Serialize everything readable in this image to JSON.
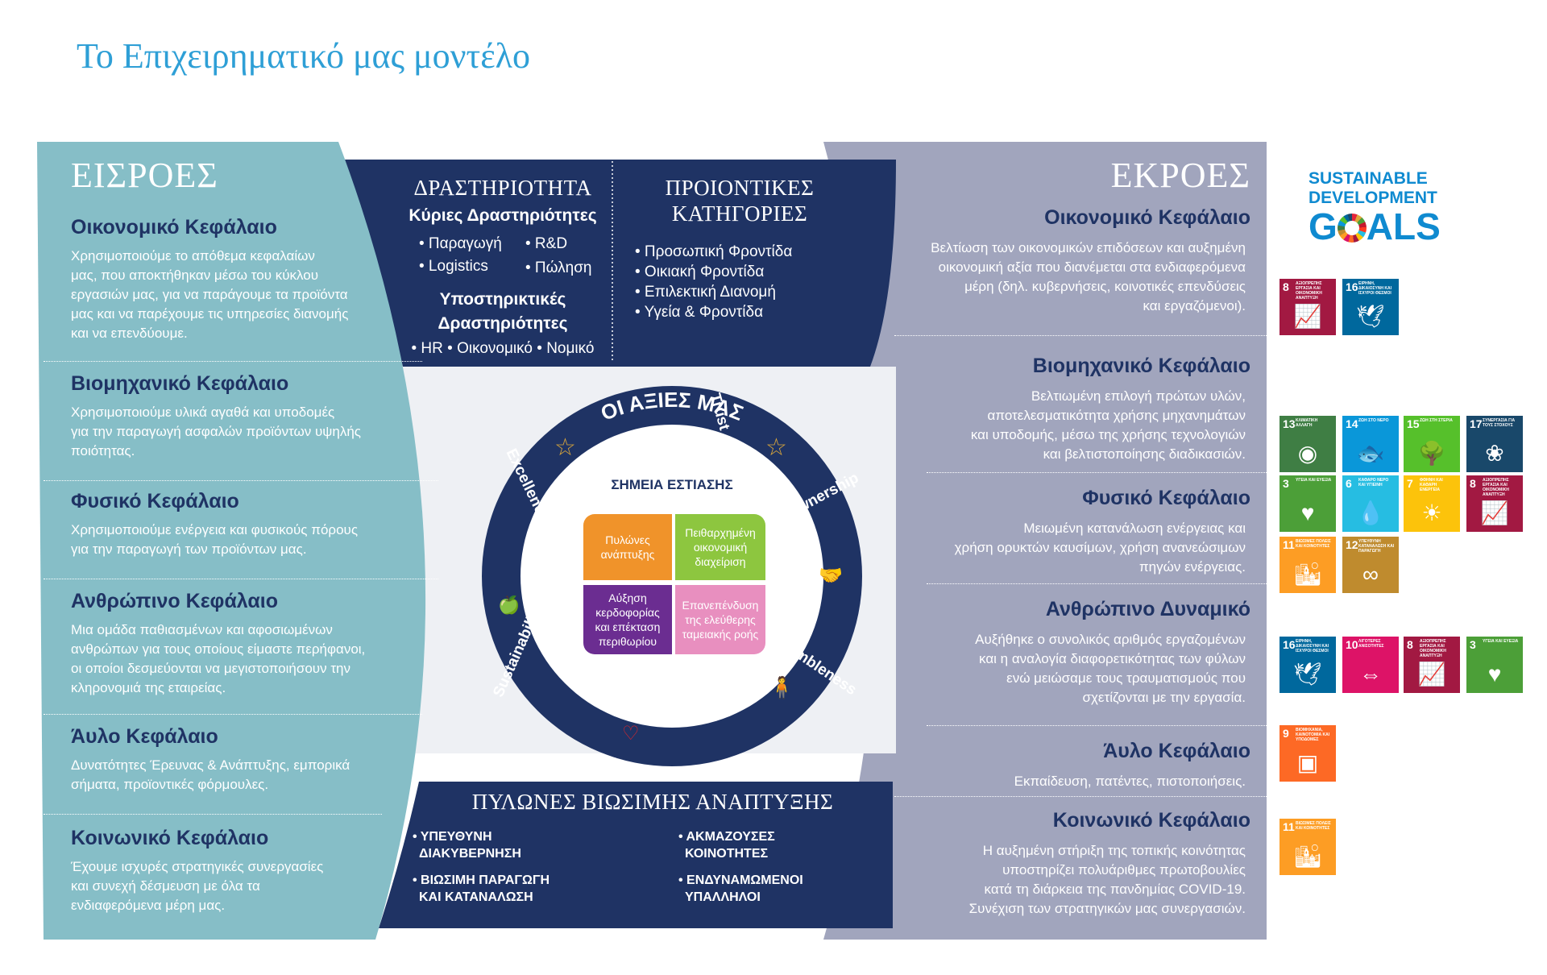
{
  "title": "Το Επιχειρηματικό μας μοντέλο",
  "inputs": {
    "heading": "ΕΙΣΡΟΕΣ",
    "items": [
      {
        "title": "Οικονομικό Κεφάλαιο",
        "lines": [
          "Χρησιμοποιούμε το απόθεμα κεφαλαίων",
          "μας, που αποκτήθηκαν μέσω του κύκλου",
          "εργασιών μας, για να παράγουμε τα προϊόντα",
          "μας και  να παρέχουμε τις υπηρεσίες διανομής",
          "και να επενδύουμε."
        ]
      },
      {
        "title": "Βιομηχανικό Κεφάλαιο",
        "lines": [
          "Χρησιμοποιούμε υλικά αγαθά και υποδομές",
          "για την παραγωγή ασφαλών προϊόντων υψηλής",
          "ποιότητας."
        ]
      },
      {
        "title": "Φυσικό Κεφάλαιο",
        "lines": [
          "Χρησιμοποιούμε ενέργεια και φυσικούς πόρους",
          "για την παραγωγή των προϊόντων μας."
        ]
      },
      {
        "title": "Ανθρώπινο Κεφάλαιο",
        "lines": [
          "Μια ομάδα παθιασμένων και αφοσιωμένων",
          "ανθρώπων για τους οποίους είμαστε περήφανοι,",
          "οι οποίοι δεσμεύονται να μεγιστοποιήσουν την",
          "κληρονομιά της εταιρείας."
        ]
      },
      {
        "title": "Άυλο Κεφάλαιο",
        "lines": [
          "Δυνατότητες  Έρευνας & Ανάπτυξης, εμπορικά",
          "σήματα, προϊοντικές φόρμουλες."
        ]
      },
      {
        "title": "Κοινωνικό Κεφάλαιο",
        "lines": [
          "Έχουμε ισχυρές στρατηγικές συνεργασίες",
          "και συνεχή δέσμευση με όλα τα",
          "ενδιαφερόμενα μέρη μας."
        ]
      }
    ]
  },
  "activity": {
    "heading": "ΔΡΑΣΤΗΡΙΟΤΗΤΑ",
    "main_title": "Κύριες Δραστηριότητες",
    "main_items": [
      "• Παραγωγή",
      "• R&D",
      "• Logistics",
      "• Πώληση"
    ],
    "support_title_1": "Υποστηρικτικές",
    "support_title_2": "Δραστηριότητες",
    "support_items": "• HR • Οικονομικό • Νομικό"
  },
  "products": {
    "heading_1": "ΠΡΟΙΟΝΤΙΚΕΣ",
    "heading_2": "ΚΑΤΗΓΟΡΙΕΣ",
    "items": [
      "• Προσωπική Φροντίδα",
      "• Οικιακή Φροντίδα",
      "• Επιλεκτική Διανομή",
      "• Υγεία & Φροντίδα"
    ]
  },
  "values": {
    "heading": "ΟΙ ΑΞΙΕΣ ΜΑΣ",
    "ring": [
      "Sustainability",
      "Excellence",
      "Trust",
      "Ownership",
      "Humbleness"
    ],
    "focus_title": "ΣΗΜΕΙΑ ΕΣΤΙΑΣΗΣ",
    "quads": [
      {
        "lines": [
          "Πυλώνες",
          "ανάπτυξης"
        ],
        "color": "#f0932a"
      },
      {
        "lines": [
          "Πειθαρχημένη",
          "οικονομική",
          "διαχείριση"
        ],
        "color": "#8dc63f"
      },
      {
        "lines": [
          "Αύξηση",
          "κερδοφορίας",
          "και επέκταση",
          "περιθωρίου"
        ],
        "color": "#6b2d91"
      },
      {
        "lines": [
          "Επανεπένδυση",
          "της ελεύθερης",
          "ταμειακής ροής"
        ],
        "color": "#e88fbf"
      }
    ]
  },
  "pillars": {
    "heading": "ΠΥΛΩΝΕΣ ΒΙΩΣΙΜΗΣ ΑΝΑΠΤΥΞΗΣ",
    "items": [
      [
        "• ΥΠΕΥΘΥΝΗ",
        "ΔΙΑΚΥΒΕΡΝΗΣΗ"
      ],
      [
        "• ΑΚΜΑΖΟΥΣΕΣ",
        "ΚΟΙΝΟΤΗΤΕΣ"
      ],
      [
        "• ΒΙΩΣΙΜΗ ΠΑΡΑΓΩΓΗ",
        "ΚΑΙ ΚΑΤΑΝΑΛΩΣΗ"
      ],
      [
        "• ΕΝΔΥΝΑΜΩΜΕΝΟΙ",
        "ΥΠΑΛΛΗΛΟΙ"
      ]
    ]
  },
  "outputs": {
    "heading": "ΕΚΡΟΕΣ",
    "items": [
      {
        "title": "Οικονομικό Κεφάλαιο",
        "lines": [
          "Βελτίωση των οικονομικών επιδόσεων και αυξημένη",
          "οικονομική αξία που διανέμεται στα ενδιαφερόμενα",
          "μέρη (δηλ. κυβερνήσεις, κοινοτικές επενδύσεις",
          "και εργαζόμενοι)."
        ]
      },
      {
        "title": "Βιομηχανικό Κεφάλαιο",
        "lines": [
          "Βελτιωμένη επιλογή πρώτων υλών,",
          "αποτελεσματικότητα χρήσης μηχανημάτων",
          "και υποδομής, μέσω της χρήσης τεχνολογιών",
          "και βελτιστοποίησης διαδικασιών."
        ]
      },
      {
        "title": "Φυσικό Κεφάλαιο",
        "lines": [
          "Μειωμένη κατανάλωση ενέργειας και",
          "χρήση ορυκτών καυσίμων, χρήση ανανεώσιμων",
          "πηγών ενέργειας."
        ]
      },
      {
        "title": "Ανθρώπινο Δυναμικό",
        "lines": [
          "Αυξήθηκε ο συνολικός αριθμός εργαζομένων",
          "και η αναλογία διαφορετικότητας των φύλων",
          "ενώ μειώσαμε τους τραυματισμούς που",
          "σχετίζονται με την εργασία."
        ]
      },
      {
        "title": "Άυλο Κεφάλαιο",
        "lines": [
          "Εκπαίδευση, πατέντες, πιστοποιήσεις."
        ]
      },
      {
        "title": "Κοινωνικό Κεφάλαιο",
        "lines": [
          "Η αυξημένη στήριξη της τοπικής κοινότητας",
          "υποστηρίζει πολυάριθμες πρωτοβουλίες",
          "κατά τη διάρκεια της πανδημίας COVID-19.",
          "Συνέχιση των στρατηγικών μας συνεργασιών."
        ]
      }
    ]
  },
  "sdg_logo": {
    "line1": "SUSTAINABLE",
    "line2": "DEVELOPMENT",
    "line3a": "G",
    "line3b": "ALS"
  },
  "sdg_tiles": [
    {
      "num": "8",
      "label": "ΑΞΙΟΠΡΕΠΗΣ ΕΡΓΑΣΙΑ ΚΑΙ ΟΙΚΟΝΟΜΙΚΗ ΑΝΑΠΤΥΞΗ",
      "icon": "chart-up-icon",
      "glyph": "📈",
      "color": "#a21942"
    },
    {
      "num": "16",
      "label": "ΕΙΡΗΝΗ, ΔΙΚΑΙΟΣΥΝΗ ΚΑΙ ΙΣΧΥΡΟΙ ΘΕΣΜΟΙ",
      "icon": "dove-icon",
      "glyph": "🕊",
      "color": "#00689d"
    },
    {
      "num": "13",
      "label": "ΚΛΙΜΑΤΙΚΗ ΑΛΛΑΓΗ",
      "icon": "eye-icon",
      "glyph": "◉",
      "color": "#3f7e44"
    },
    {
      "num": "14",
      "label": "ΖΩΗ ΣΤΟ ΝΕΡΟ",
      "icon": "fish-icon",
      "glyph": "🐟",
      "color": "#0a97d9"
    },
    {
      "num": "15",
      "label": "ΖΩΗ ΣΤΗ ΣΤΕΡΙΑ",
      "icon": "tree-icon",
      "glyph": "🌳",
      "color": "#56c02b"
    },
    {
      "num": "17",
      "label": "ΣΥΝΕΡΓΑΣΙΑ ΓΙΑ ΤΟΥΣ ΣΤΟΧΟΥΣ",
      "icon": "rings-icon",
      "glyph": "❀",
      "color": "#19486a"
    },
    {
      "num": "3",
      "label": "ΥΓΕΙΑ ΚΑΙ ΕΥΕΞΙΑ",
      "icon": "heartbeat-icon",
      "glyph": "♥",
      "color": "#4c9f38"
    },
    {
      "num": "6",
      "label": "ΚΑΘΑΡΟ ΝΕΡΟ ΚΑΙ ΥΓΙΕΙΝΗ",
      "icon": "water-icon",
      "glyph": "💧",
      "color": "#26bde2"
    },
    {
      "num": "7",
      "label": "ΦΘΗΝΗ ΚΑΙ ΚΑΘΑΡΗ ΕΝΕΡΓΕΙΑ",
      "icon": "sun-icon",
      "glyph": "☀",
      "color": "#fcc30b"
    },
    {
      "num": "8",
      "label": "ΑΞΙΟΠΡΕΠΗΣ ΕΡΓΑΣΙΑ ΚΑΙ ΟΙΚΟΝΟΜΙΚΗ ΑΝΑΠΤΥΞΗ",
      "icon": "chart-up-icon",
      "glyph": "📈",
      "color": "#a21942"
    },
    {
      "num": "11",
      "label": "ΒΙΩΣΙΜΕΣ ΠΟΛΕΙΣ ΚΑΙ ΚΟΙΝΟΤΗΤΕΣ",
      "icon": "city-icon",
      "glyph": "🏙",
      "color": "#fd9d24"
    },
    {
      "num": "12",
      "label": "ΥΠΕΥΘΥΝΗ ΚΑΤΑΝΑΛΩΣΗ ΚΑΙ ΠΑΡΑΓΩΓΗ",
      "icon": "infinity-icon",
      "glyph": "∞",
      "color": "#bf8b2e"
    },
    {
      "num": "16",
      "label": "ΕΙΡΗΝΗ, ΔΙΚΑΙΟΣΥΝΗ ΚΑΙ ΙΣΧΥΡΟΙ ΘΕΣΜΟΙ",
      "icon": "dove-icon",
      "glyph": "🕊",
      "color": "#00689d"
    },
    {
      "num": "10",
      "label": "ΛΙΓΟΤΕΡΕΣ ΑΝΙΣΟΤΗΤΕΣ",
      "icon": "equality-icon",
      "glyph": "⇔",
      "color": "#dd1367"
    },
    {
      "num": "8",
      "label": "ΑΞΙΟΠΡΕΠΗΣ ΕΡΓΑΣΙΑ ΚΑΙ ΟΙΚΟΝΟΜΙΚΗ ΑΝΑΠΤΥΞΗ",
      "icon": "chart-up-icon",
      "glyph": "📈",
      "color": "#a21942"
    },
    {
      "num": "3",
      "label": "ΥΓΕΙΑ ΚΑΙ ΕΥΕΞΙΑ",
      "icon": "heartbeat-icon",
      "glyph": "♥",
      "color": "#4c9f38"
    },
    {
      "num": "9",
      "label": "ΒΙΟΜΗΧΑΝΙΑ, ΚΑΙΝΟΤΟΜΙΑ ΚΑΙ ΥΠΟΔΟΜΕΣ",
      "icon": "cubes-icon",
      "glyph": "▣",
      "color": "#fd6925"
    },
    {
      "num": "11",
      "label": "ΒΙΩΣΙΜΕΣ ΠΟΛΕΙΣ ΚΑΙ ΚΟΙΝΟΤΗΤΕΣ",
      "icon": "city-icon",
      "glyph": "🏙",
      "color": "#fd9d24"
    }
  ]
}
